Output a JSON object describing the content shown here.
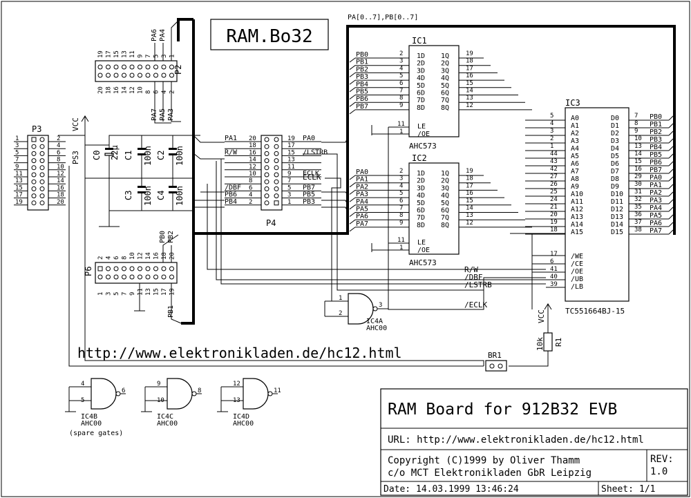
{
  "board_title": "RAM.Bo32",
  "bus_label": "PA[0..7],PB[0..7]",
  "url_banner": "http://www.elektronikladen.de/hc12.html",
  "title_block": {
    "title": "RAM Board for 912B32 EVB",
    "url": "URL: http://www.elektronikladen.de/hc12.html",
    "copyright_line1": "Copyright (C)1999 by Oliver Thamm",
    "copyright_line2": "c/o MCT Elektronikladen GbR Leipzig",
    "rev_label": "REV:",
    "rev_value": "1.0",
    "date_label": "Date:",
    "date_value": "14.03.1999 13:46:24",
    "sheet_label": "Sheet:",
    "sheet_value": "1/1"
  },
  "connectors": {
    "p2": {
      "ref": "P2",
      "top_numbers": [
        "19",
        "17",
        "15",
        "13",
        "11",
        "9",
        "7",
        "5",
        "3",
        "1"
      ],
      "bottom_numbers": [
        "20",
        "18",
        "16",
        "14",
        "12",
        "10",
        "8",
        "6",
        "4",
        "2"
      ],
      "top_signals": [
        "PA6",
        "PA4"
      ],
      "bottom_signals": [
        "PA7",
        "PA5",
        "PA3"
      ]
    },
    "p3": {
      "ref": "P3",
      "left_numbers": [
        "1",
        "3",
        "5",
        "7",
        "9",
        "11",
        "13",
        "15",
        "17",
        "19"
      ],
      "right_numbers": [
        "2",
        "4",
        "6",
        "8",
        "10",
        "12",
        "14",
        "16",
        "18",
        "20"
      ],
      "net": "PS3",
      "vcc": "VCC"
    },
    "p4": {
      "ref": "P4",
      "left_numbers": [
        "20",
        "18",
        "16",
        "14",
        "12",
        "10",
        "8",
        "6",
        "4",
        "2"
      ],
      "right_numbers": [
        "19",
        "17",
        "15",
        "13",
        "11",
        "9",
        "7",
        "5",
        "3",
        "1"
      ],
      "left_signals": [
        "PA1",
        "",
        "R/W",
        "",
        "",
        "",
        "",
        "/DBF",
        "PB6",
        "PB4"
      ],
      "right_signals": [
        "PA0",
        "",
        "/LSTRB",
        "",
        "",
        "ECLK",
        "",
        "PB7",
        "PB5",
        "PB3"
      ]
    },
    "p6": {
      "ref": "P6",
      "top_numbers": [
        "2",
        "4",
        "6",
        "8",
        "10",
        "12",
        "14",
        "16",
        "18",
        "20"
      ],
      "bottom_numbers": [
        "1",
        "3",
        "5",
        "7",
        "9",
        "11",
        "13",
        "15",
        "17",
        "19"
      ],
      "top_signals": [
        "PB0",
        "PB2"
      ],
      "bottom_signals": [
        "PB1"
      ]
    }
  },
  "capacitors": [
    {
      "ref": "C0",
      "value": "22µ"
    },
    {
      "ref": "C1",
      "value": "100n"
    },
    {
      "ref": "C2",
      "value": "100n"
    },
    {
      "ref": "C3",
      "value": "100n"
    },
    {
      "ref": "C4",
      "value": "100n"
    }
  ],
  "ic1": {
    "ref": "IC1",
    "part": "AHC573",
    "d_pins": [
      "1D",
      "2D",
      "3D",
      "4D",
      "5D",
      "6D",
      "7D",
      "8D"
    ],
    "q_pins": [
      "1Q",
      "2Q",
      "3Q",
      "4Q",
      "5Q",
      "6Q",
      "7Q",
      "8Q"
    ],
    "in_nums": [
      "2",
      "3",
      "4",
      "5",
      "6",
      "7",
      "8",
      "9"
    ],
    "out_nums": [
      "19",
      "18",
      "17",
      "16",
      "15",
      "14",
      "13",
      "12"
    ],
    "inputs": [
      "PB0",
      "PB1",
      "PB2",
      "PB3",
      "PB4",
      "PB5",
      "PB6",
      "PB7"
    ],
    "ctrl_pins": [
      "LE",
      "/OE"
    ],
    "ctrl_nums": [
      "11",
      "1"
    ]
  },
  "ic2": {
    "ref": "IC2",
    "part": "AHC573",
    "d_pins": [
      "1D",
      "2D",
      "3D",
      "4D",
      "5D",
      "6D",
      "7D",
      "8D"
    ],
    "q_pins": [
      "1Q",
      "2Q",
      "3Q",
      "4Q",
      "5Q",
      "6Q",
      "7Q",
      "8Q"
    ],
    "in_nums": [
      "2",
      "3",
      "4",
      "5",
      "6",
      "7",
      "8",
      "9"
    ],
    "out_nums": [
      "19",
      "18",
      "17",
      "16",
      "15",
      "14",
      "13",
      "12"
    ],
    "inputs": [
      "PA0",
      "PA1",
      "PA2",
      "PA3",
      "PA4",
      "PA5",
      "PA6",
      "PA7"
    ],
    "ctrl_pins": [
      "LE",
      "/OE"
    ],
    "ctrl_nums": [
      "11",
      "1"
    ]
  },
  "ic3": {
    "ref": "IC3",
    "part": "TC551664BJ-15",
    "a_pins": [
      "A0",
      "A1",
      "A2",
      "A3",
      "A4",
      "A5",
      "A6",
      "A7",
      "A8",
      "A9",
      "A10",
      "A11",
      "A12",
      "A13",
      "A14",
      "A15"
    ],
    "a_nums": [
      "5",
      "4",
      "3",
      "2",
      "1",
      "44",
      "43",
      "42",
      "27",
      "26",
      "25",
      "24",
      "21",
      "20",
      "19",
      "18"
    ],
    "d_pins": [
      "D0",
      "D1",
      "D2",
      "D3",
      "D4",
      "D5",
      "D6",
      "D7",
      "D8",
      "D9",
      "D10",
      "D11",
      "D12",
      "D13",
      "D14",
      "D15"
    ],
    "d_nums": [
      "7",
      "8",
      "9",
      "10",
      "13",
      "14",
      "15",
      "16",
      "29",
      "30",
      "31",
      "32",
      "35",
      "36",
      "37",
      "38"
    ],
    "d_nets": [
      "PB0",
      "PB1",
      "PB2",
      "PB3",
      "PB4",
      "PB5",
      "PB6",
      "PB7",
      "PA0",
      "PA1",
      "PA2",
      "PA3",
      "PA4",
      "PA5",
      "PA6",
      "PA7"
    ],
    "ctrl_pins": [
      "/WE",
      "/CE",
      "/OE",
      "/UB",
      "/LB"
    ],
    "ctrl_nums": [
      "17",
      "6",
      "41",
      "40",
      "39"
    ],
    "ctrl_nets": [
      "R/W",
      "/DBF",
      "/LSTRB"
    ]
  },
  "ic4a": {
    "ref": "IC4A",
    "part": "AHC00",
    "in_nums": [
      "1",
      "2"
    ],
    "out_num": "3",
    "net": "ECLK",
    "out_net": "/ECLK"
  },
  "spare_gates": [
    {
      "ref": "IC4B",
      "part": "AHC00",
      "in_nums": [
        "4",
        "5"
      ],
      "out_num": "6"
    },
    {
      "ref": "IC4C",
      "part": "AHC00",
      "in_nums": [
        "9",
        "10"
      ],
      "out_num": "8"
    },
    {
      "ref": "IC4D",
      "part": "AHC00",
      "in_nums": [
        "12",
        "13"
      ],
      "out_num": "11"
    }
  ],
  "spare_note": "(spare gates)",
  "r1": {
    "ref": "R1",
    "value": "10k",
    "vcc": "VCC"
  },
  "br1": {
    "ref": "BR1"
  }
}
